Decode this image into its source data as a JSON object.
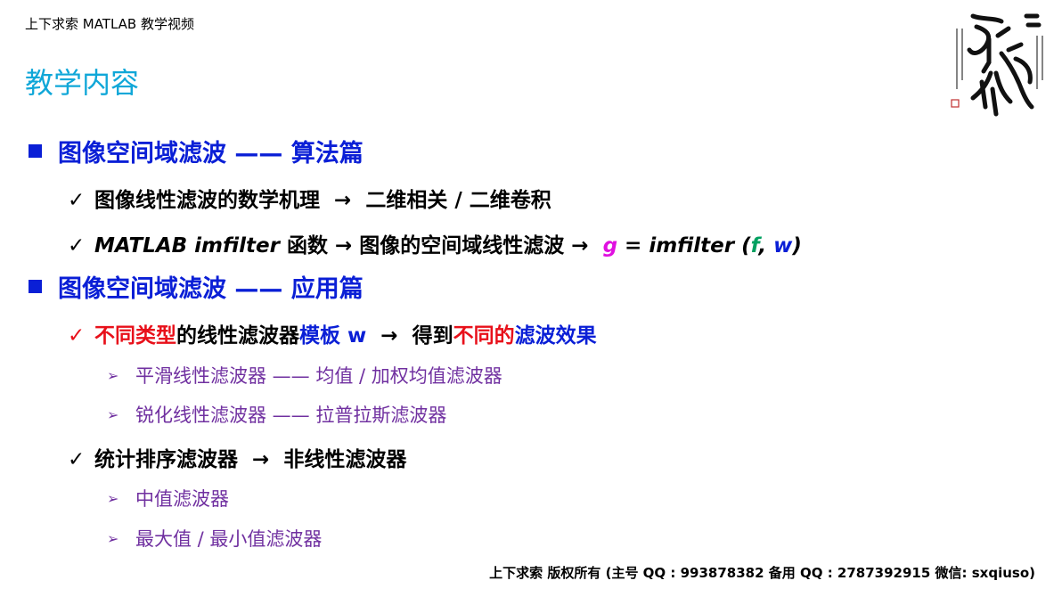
{
  "header": {
    "text": "上下求索 MATLAB 教学视频"
  },
  "title": "教学内容",
  "section1": {
    "heading": "图像空间域滤波 —— 算法篇",
    "item1": {
      "check": "✓",
      "part1": "图像线性滤波的数学机理",
      "arrow": "→",
      "part2": "二维相关 / 二维卷积"
    },
    "item2": {
      "check": "✓",
      "part1": "MATLAB imfilter",
      "part2": " 函数 ",
      "arrow1": "→",
      "part3": " 图像的空间域线性滤波 ",
      "arrow2": "→",
      "eq_g": "g",
      "eq_mid": " = imfilter (",
      "eq_f": "f",
      "eq_comma": ", ",
      "eq_w": "w",
      "eq_close": ")"
    }
  },
  "section2": {
    "heading": "图像空间域滤波 —— 应用篇",
    "item1": {
      "check": "✓",
      "red1": "不同类型",
      "black1": "的线性滤波器",
      "blue1": "模板 w",
      "arrow": "→",
      "black2": "得到",
      "red2": "不同的",
      "blue2": "滤波效果"
    },
    "sub1": {
      "bullet": "➢",
      "text": "平滑线性滤波器 —— 均值 / 加权均值滤波器"
    },
    "sub2": {
      "bullet": "➢",
      "text": "锐化线性滤波器 —— 拉普拉斯滤波器"
    },
    "item2": {
      "check": "✓",
      "part1": "统计排序滤波器",
      "arrow": "→",
      "part2": "非线性滤波器"
    },
    "sub3": {
      "bullet": "➢",
      "text": "中值滤波器"
    },
    "sub4": {
      "bullet": "➢",
      "text": "最大值 / 最小值滤波器"
    }
  },
  "footer": {
    "text": "上下求索 版权所有 (主号 QQ : 993878382 备用 QQ : 2787392915 微信: sxqiuso)"
  },
  "colors": {
    "title": "#10a7d8",
    "heading": "#0a1fd6",
    "sub": "#7030a0",
    "red": "#e8101a",
    "pink": "#e010e0",
    "green": "#00a060"
  }
}
